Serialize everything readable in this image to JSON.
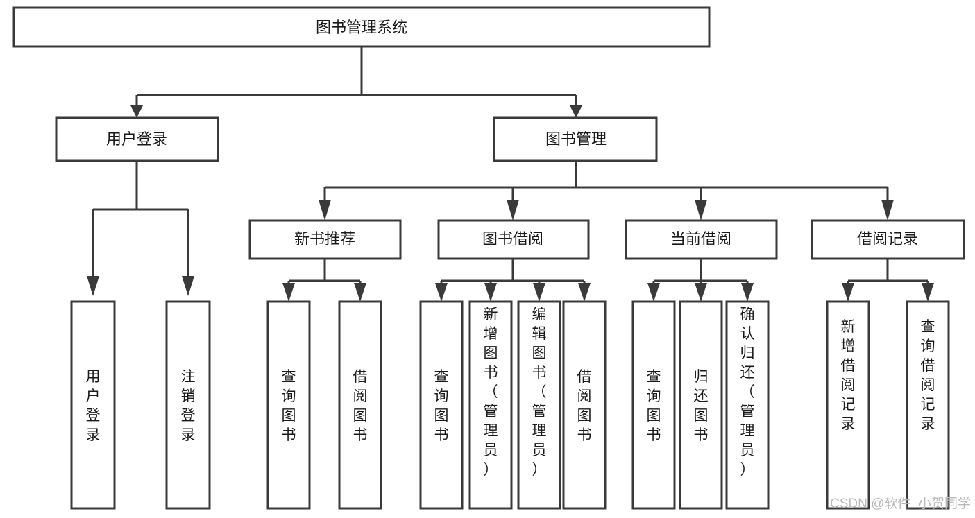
{
  "diagram": {
    "type": "tree",
    "title": "图书管理系统",
    "watermark": "CSDN @软件_小贺同学",
    "colors": {
      "stroke": "#3a3a3a",
      "box_fill": "#ffffff",
      "text": "#1a1a1a",
      "watermark": "#b9b9b9",
      "background": "#ffffff"
    },
    "levels": {
      "root": {
        "label": "图书管理系统"
      },
      "level2": [
        {
          "label": "用户登录"
        },
        {
          "label": "图书管理"
        }
      ],
      "level3": [
        {
          "label": "新书推荐"
        },
        {
          "label": "图书借阅"
        },
        {
          "label": "当前借阅"
        },
        {
          "label": "借阅记录"
        }
      ],
      "leaves_user_login": [
        {
          "label": "用户登录"
        },
        {
          "label": "注销登录"
        }
      ],
      "leaves_new_books": [
        {
          "label": "查询图书"
        },
        {
          "label": "借阅图书"
        }
      ],
      "leaves_borrow": [
        {
          "label": "查询图书"
        },
        {
          "label": "新增图书（管理员）"
        },
        {
          "label": "编辑图书（管理员）"
        },
        {
          "label": "借阅图书"
        }
      ],
      "leaves_current": [
        {
          "label": "查询图书"
        },
        {
          "label": "归还图书"
        },
        {
          "label": "确认归还（管理员）"
        }
      ],
      "leaves_records": [
        {
          "label": "新增借阅记录"
        },
        {
          "label": "查询借阅记录"
        }
      ]
    }
  }
}
